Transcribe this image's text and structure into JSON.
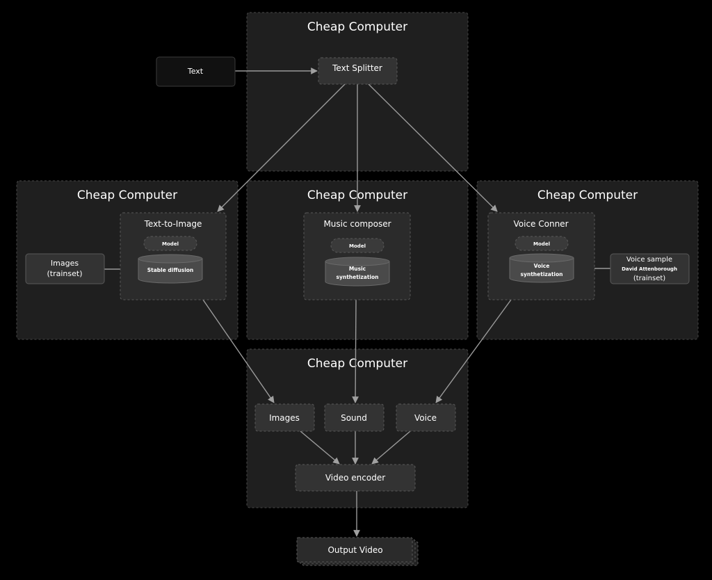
{
  "colors": {
    "background": "#000000",
    "group_fill": "#1f1f1f",
    "group_border": "#4a4a4a",
    "node_fill": "#333333",
    "node_border": "#5a5a5a",
    "pill_fill": "#2b2b2b",
    "cylinder_fill": "#3a3a3a",
    "edge": "#9a9a9a",
    "text": "#ffffff"
  },
  "groups": {
    "top": {
      "title": "Cheap Computer"
    },
    "left": {
      "title": "Cheap Computer"
    },
    "center": {
      "title": "Cheap Computer"
    },
    "right": {
      "title": "Cheap Computer"
    },
    "bottom": {
      "title": "Cheap Computer"
    }
  },
  "nodes": {
    "text": {
      "label": "Text"
    },
    "text_splitter": {
      "label": "Text Splitter"
    },
    "text_to_image": {
      "title": "Text-to-Image",
      "model_label": "Model",
      "model_name": "Stable diffusion"
    },
    "music_composer": {
      "title": "Music composer",
      "model_label": "Model",
      "model_name_line1": "Music",
      "model_name_line2": "synthetization"
    },
    "voice_conner": {
      "title": "Voice Conner",
      "model_label": "Model",
      "model_name_line1": "Voice",
      "model_name_line2": "synthetization"
    },
    "images_trainset": {
      "line1": "Images",
      "line2": "(trainset)"
    },
    "voice_sample": {
      "line1": "Voice sample",
      "line2": "David Attenborough",
      "line3": "(trainset)"
    },
    "images": {
      "label": "Images"
    },
    "sound": {
      "label": "Sound"
    },
    "voice": {
      "label": "Voice"
    },
    "video_encoder": {
      "label": "Video encoder"
    },
    "output_video": {
      "label": "Output Video"
    }
  }
}
